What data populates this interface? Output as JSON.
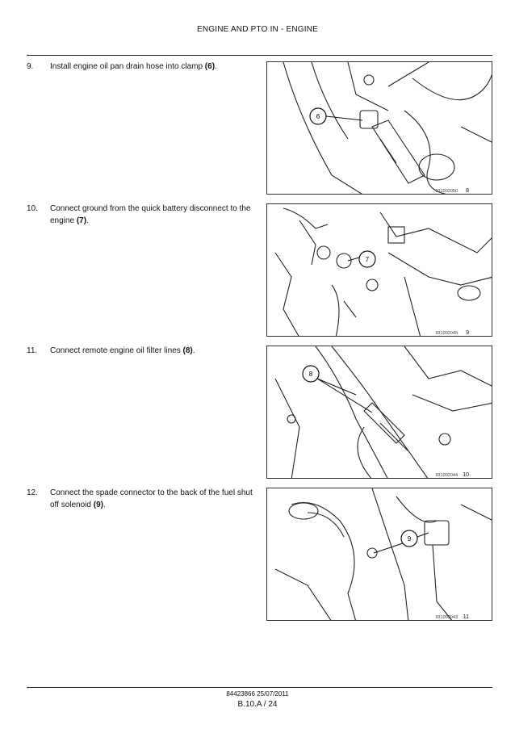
{
  "header": {
    "title": "ENGINE AND PTO IN - ENGINE"
  },
  "steps": [
    {
      "num": "9.",
      "text": "Install engine oil pan drain hose into clamp ",
      "ref": "(6)",
      "end": ".",
      "fig_code": "931002050",
      "fig_num": "8",
      "callout": "6"
    },
    {
      "num": "10.",
      "text": "Connect ground from the quick battery disconnect to the engine ",
      "ref": "(7)",
      "end": ".",
      "fig_code": "931002045",
      "fig_num": "9",
      "callout": "7"
    },
    {
      "num": "11.",
      "text": "Connect remote engine oil filter lines ",
      "ref": "(8)",
      "end": ".",
      "fig_code": "931002044",
      "fig_num": "10",
      "callout": "8"
    },
    {
      "num": "12.",
      "text": "Connect the spade connector to the back of the fuel shut off solenoid ",
      "ref": "(9)",
      "end": ".",
      "fig_code": "931002043",
      "fig_num": "11",
      "callout": "9"
    }
  ],
  "footer": {
    "doc_ref": "84423866 25/07/2011",
    "page": "B.10.A / 24"
  }
}
